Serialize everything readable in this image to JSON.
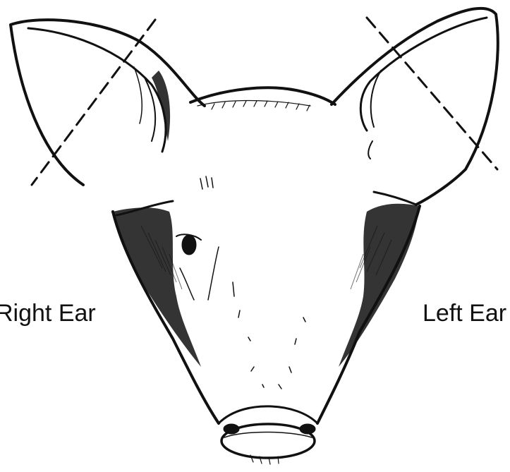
{
  "diagram": {
    "labels": {
      "right_ear": "Right Ear",
      "left_ear": "Left Ear"
    },
    "ink_color": "#111111",
    "background": "#ffffff",
    "illustration": "pig-head-front-view"
  }
}
